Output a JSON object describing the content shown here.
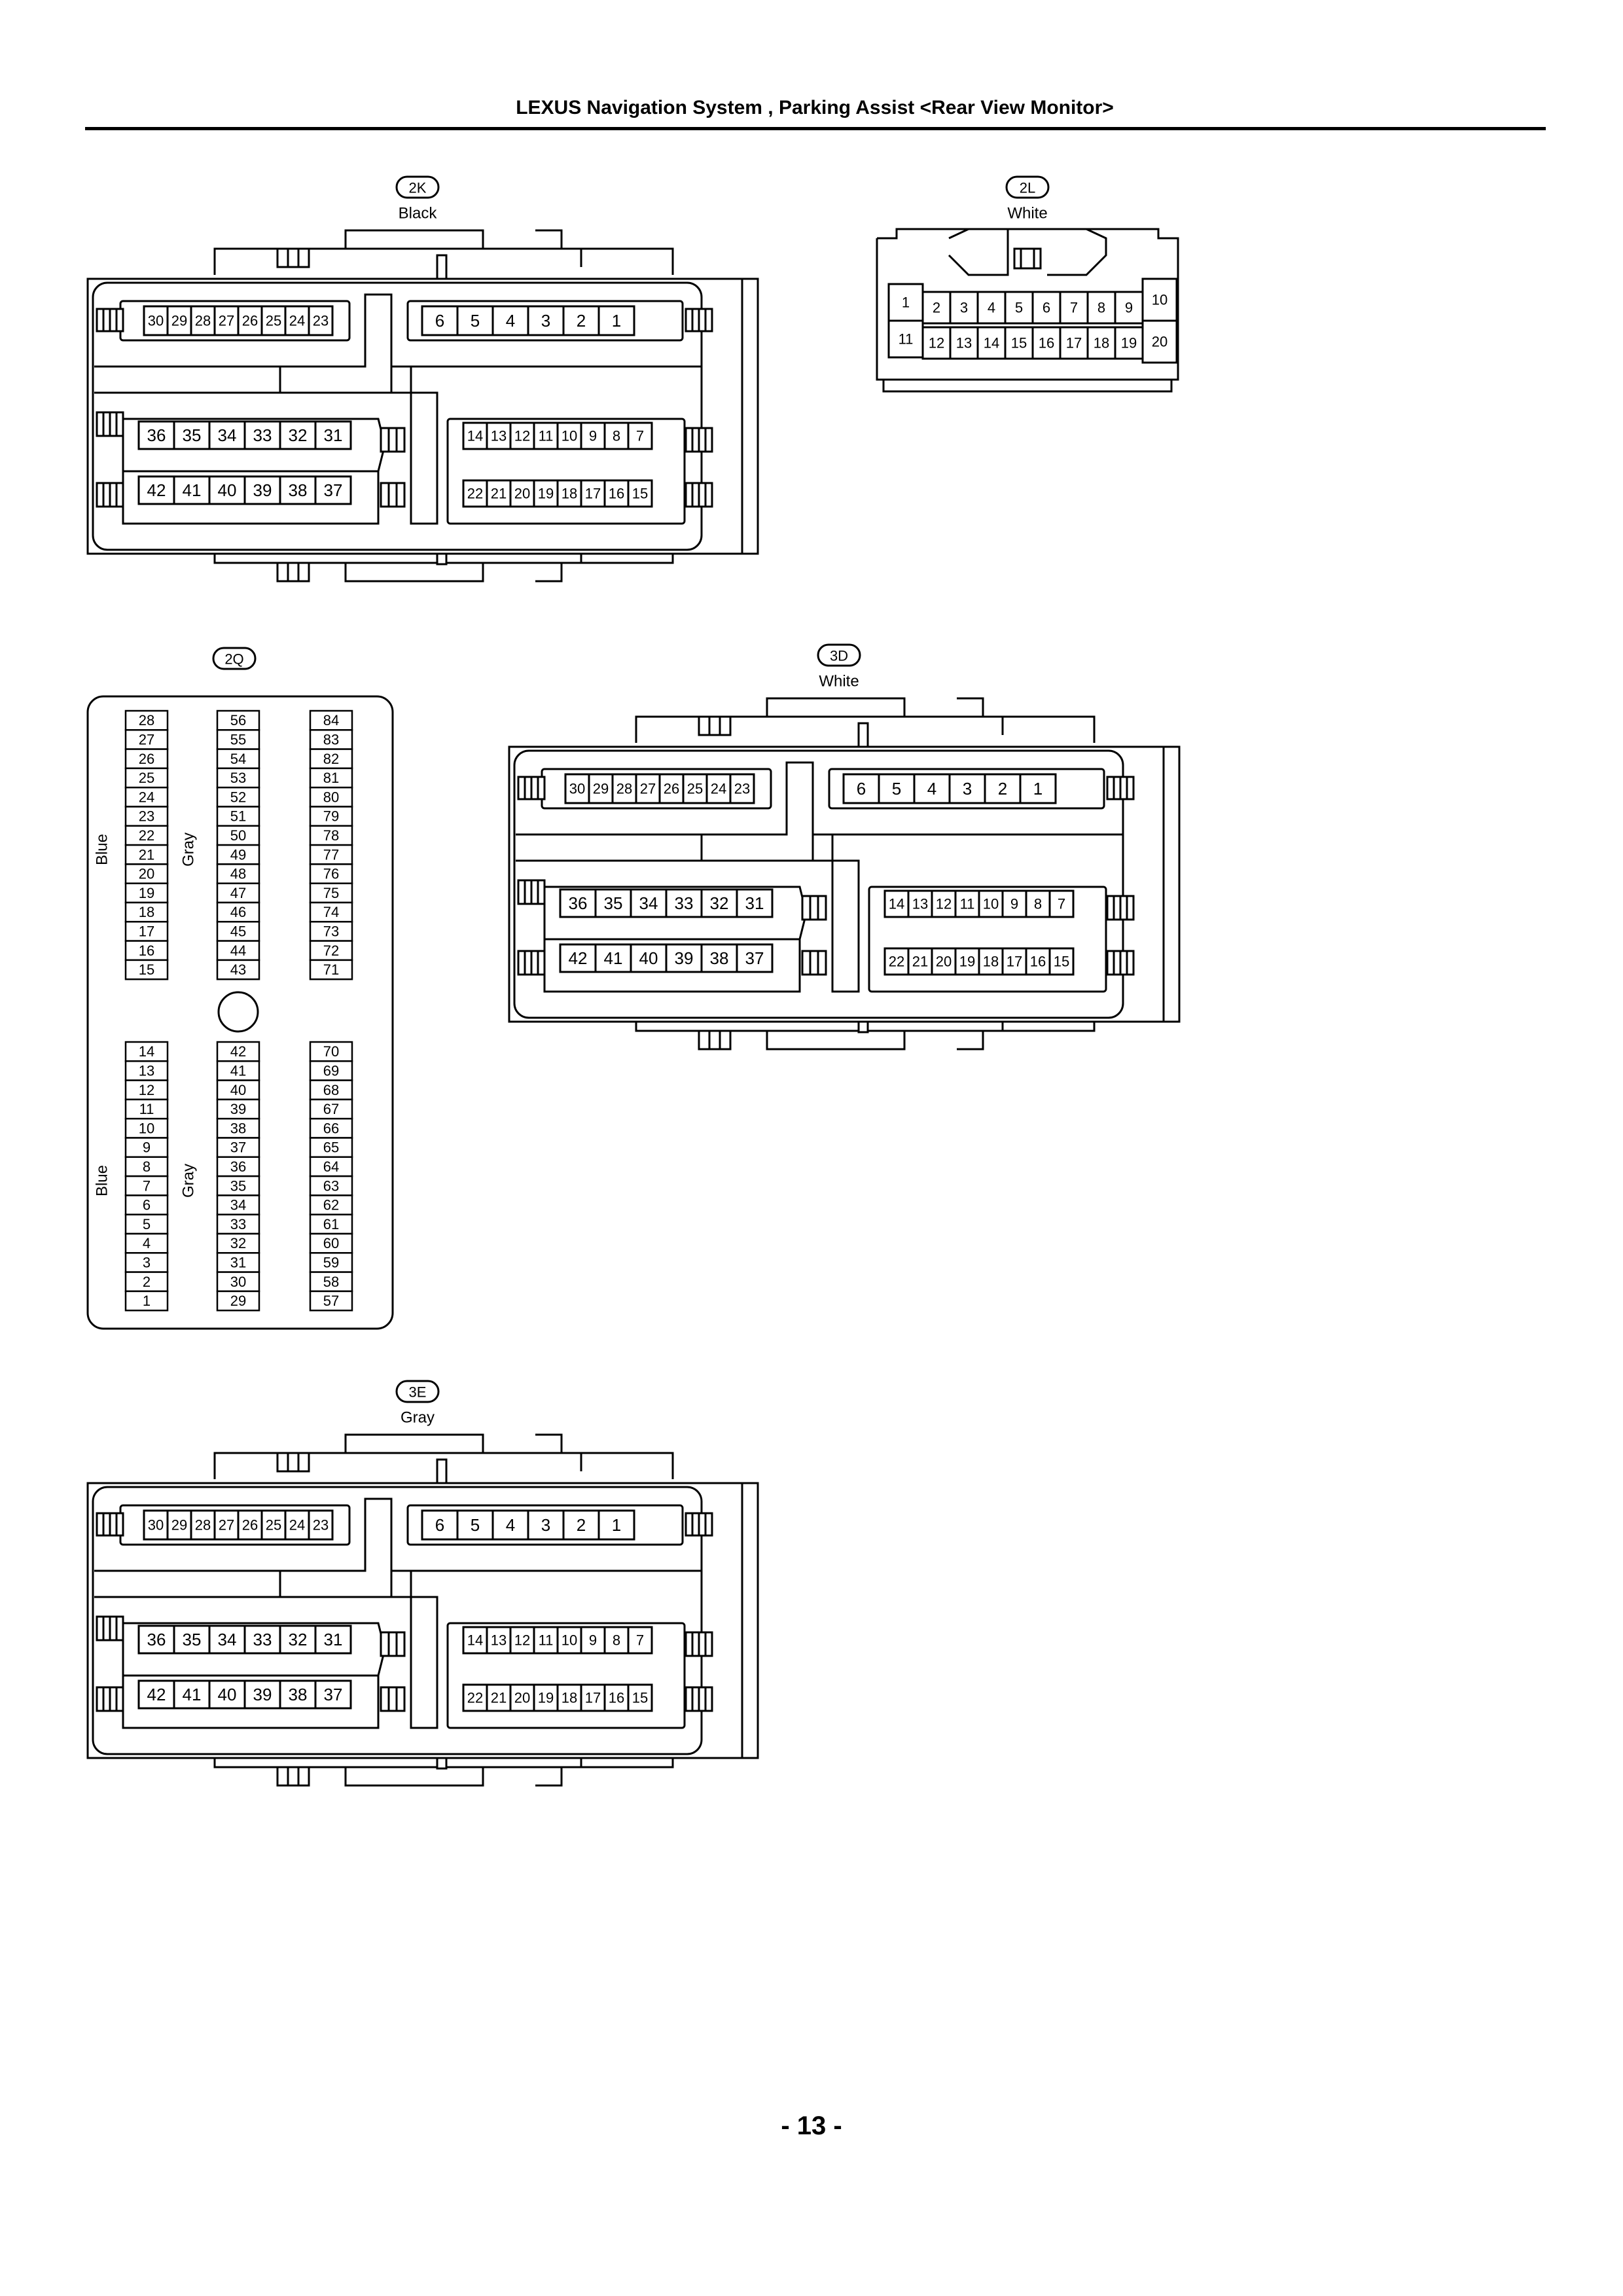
{
  "header": {
    "title": "LEXUS Navigation System , Parking Assist <Rear View Monitor>"
  },
  "footer": {
    "page_number": "- 13 -"
  },
  "connectors": {
    "c2K": {
      "code": "2K",
      "color": "Black",
      "top_row": [
        "30",
        "29",
        "28",
        "27",
        "26",
        "25",
        "24",
        "23"
      ],
      "top_right": [
        "6",
        "5",
        "4",
        "3",
        "2",
        "1"
      ],
      "mid_left": [
        "36",
        "35",
        "34",
        "33",
        "32",
        "31"
      ],
      "mid_right": [
        "14",
        "13",
        "12",
        "11",
        "10",
        "9",
        "8",
        "7"
      ],
      "bot_left": [
        "42",
        "41",
        "40",
        "39",
        "38",
        "37"
      ],
      "bot_right": [
        "22",
        "21",
        "20",
        "19",
        "18",
        "17",
        "16",
        "15"
      ]
    },
    "c2L": {
      "code": "2L",
      "color": "White",
      "row1": [
        "1",
        "2",
        "3",
        "4",
        "5",
        "6",
        "7",
        "8",
        "9",
        "10"
      ],
      "row2": [
        "11",
        "12",
        "13",
        "14",
        "15",
        "16",
        "17",
        "18",
        "19",
        "20"
      ]
    },
    "c2Q": {
      "code": "2Q",
      "side_labels": [
        "Blue",
        "Gray",
        "Blue",
        "Gray"
      ],
      "upper": {
        "col1": [
          "28",
          "27",
          "26",
          "25",
          "24",
          "23",
          "22",
          "21",
          "20",
          "19",
          "18",
          "17",
          "16",
          "15"
        ],
        "col2": [
          "56",
          "55",
          "54",
          "53",
          "52",
          "51",
          "50",
          "49",
          "48",
          "47",
          "46",
          "45",
          "44",
          "43"
        ],
        "col3": [
          "84",
          "83",
          "82",
          "81",
          "80",
          "79",
          "78",
          "77",
          "76",
          "75",
          "74",
          "73",
          "72",
          "71"
        ]
      },
      "lower": {
        "col1": [
          "14",
          "13",
          "12",
          "11",
          "10",
          "9",
          "8",
          "7",
          "6",
          "5",
          "4",
          "3",
          "2",
          "1"
        ],
        "col2": [
          "42",
          "41",
          "40",
          "39",
          "38",
          "37",
          "36",
          "35",
          "34",
          "33",
          "32",
          "31",
          "30",
          "29"
        ],
        "col3": [
          "70",
          "69",
          "68",
          "67",
          "66",
          "65",
          "64",
          "63",
          "62",
          "61",
          "60",
          "59",
          "58",
          "57"
        ]
      }
    },
    "c3D": {
      "code": "3D",
      "color": "White",
      "top_row": [
        "30",
        "29",
        "28",
        "27",
        "26",
        "25",
        "24",
        "23"
      ],
      "top_right": [
        "6",
        "5",
        "4",
        "3",
        "2",
        "1"
      ],
      "mid_left": [
        "36",
        "35",
        "34",
        "33",
        "32",
        "31"
      ],
      "mid_right": [
        "14",
        "13",
        "12",
        "11",
        "10",
        "9",
        "8",
        "7"
      ],
      "bot_left": [
        "42",
        "41",
        "40",
        "39",
        "38",
        "37"
      ],
      "bot_right": [
        "22",
        "21",
        "20",
        "19",
        "18",
        "17",
        "16",
        "15"
      ]
    },
    "c3E": {
      "code": "3E",
      "color": "Gray",
      "top_row": [
        "30",
        "29",
        "28",
        "27",
        "26",
        "25",
        "24",
        "23"
      ],
      "top_right": [
        "6",
        "5",
        "4",
        "3",
        "2",
        "1"
      ],
      "mid_left": [
        "36",
        "35",
        "34",
        "33",
        "32",
        "31"
      ],
      "mid_right": [
        "14",
        "13",
        "12",
        "11",
        "10",
        "9",
        "8",
        "7"
      ],
      "bot_left": [
        "42",
        "41",
        "40",
        "39",
        "38",
        "37"
      ],
      "bot_right": [
        "22",
        "21",
        "20",
        "19",
        "18",
        "17",
        "16",
        "15"
      ]
    }
  }
}
